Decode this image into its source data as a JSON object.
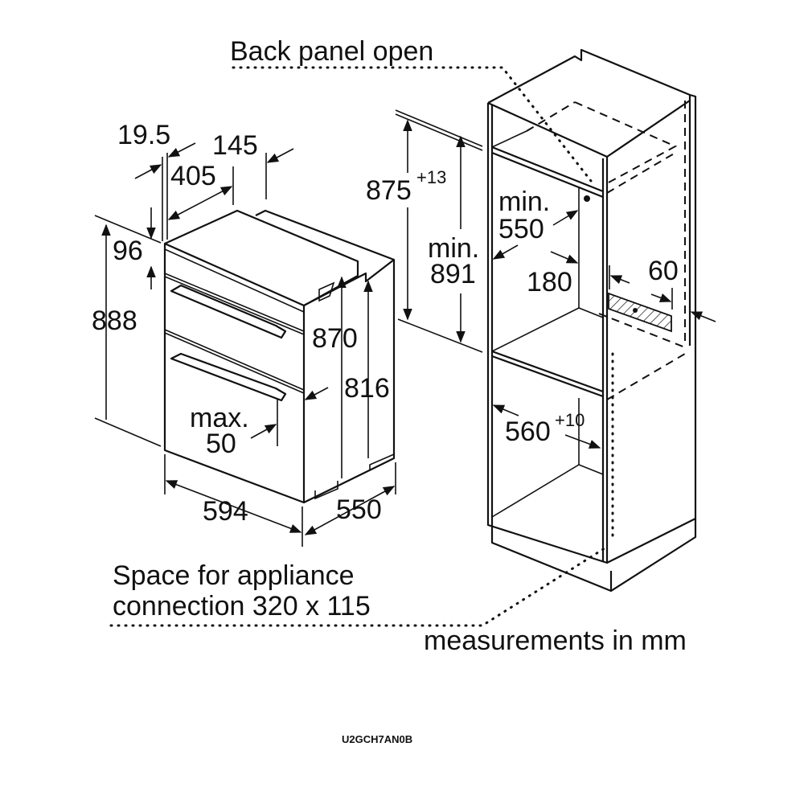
{
  "diagram": {
    "title_note": "Back panel open",
    "units_note": "measurements in mm",
    "connection_note_line1": "Space for appliance",
    "connection_note_line2": "connection 320 x 115",
    "model_code": "U2GCH7AN0B",
    "appliance_dimensions": {
      "trim_depth": "19.5",
      "top_depth": "405",
      "rear_step": "145",
      "top_panel_height": "96",
      "total_height": "888",
      "body_height": "870",
      "rear_height": "816",
      "door_gap_label": "max.",
      "door_gap_value": "50",
      "width": "594",
      "depth": "550"
    },
    "cabinet_dimensions": {
      "opening_height": "875",
      "opening_height_tolerance": "+13",
      "min_height_label": "min.",
      "min_height_value": "891",
      "min_depth_label": "min.",
      "min_depth_value": "550",
      "back_gap": "180",
      "vent_gap": "60",
      "opening_width": "560",
      "opening_width_tolerance": "+10"
    }
  }
}
